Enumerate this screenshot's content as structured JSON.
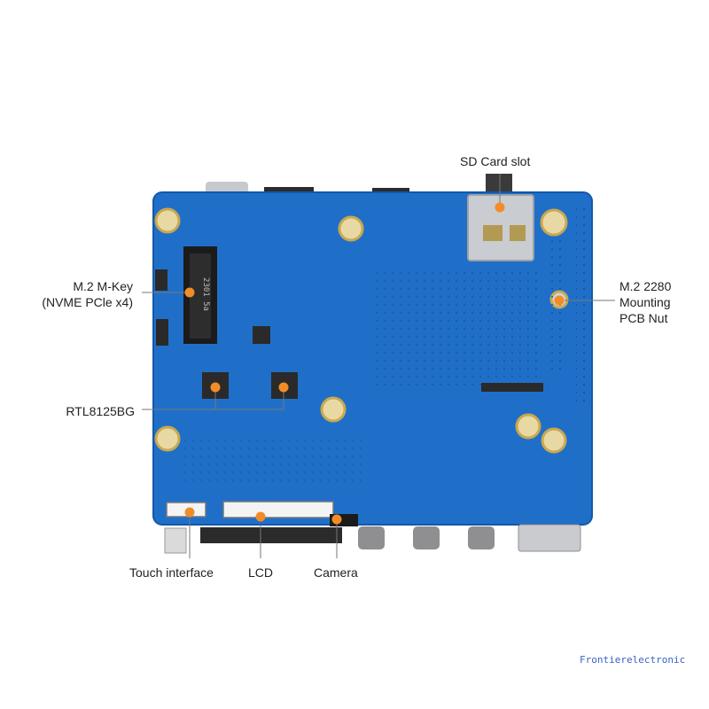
{
  "labels": {
    "sd_card": "SD Card slot",
    "m2_key_line1": "M.2 M-Key",
    "m2_key_line2": "(NVME PCle x4)",
    "m2_nut_line1": "M.2 2280",
    "m2_nut_line2": "Mounting",
    "m2_nut_line3": "PCB Nut",
    "rtl": "RTL8125BG",
    "touch": "Touch interface",
    "lcd": "LCD",
    "camera": "Camera"
  },
  "chip_marking": "2301 5a",
  "watermark": "Frontierelectronic",
  "colors": {
    "board": "#1f6fc9",
    "board_edge": "#1458a8",
    "marker": "#f28c28",
    "gold": "#d9b55a",
    "line": "#777777"
  }
}
